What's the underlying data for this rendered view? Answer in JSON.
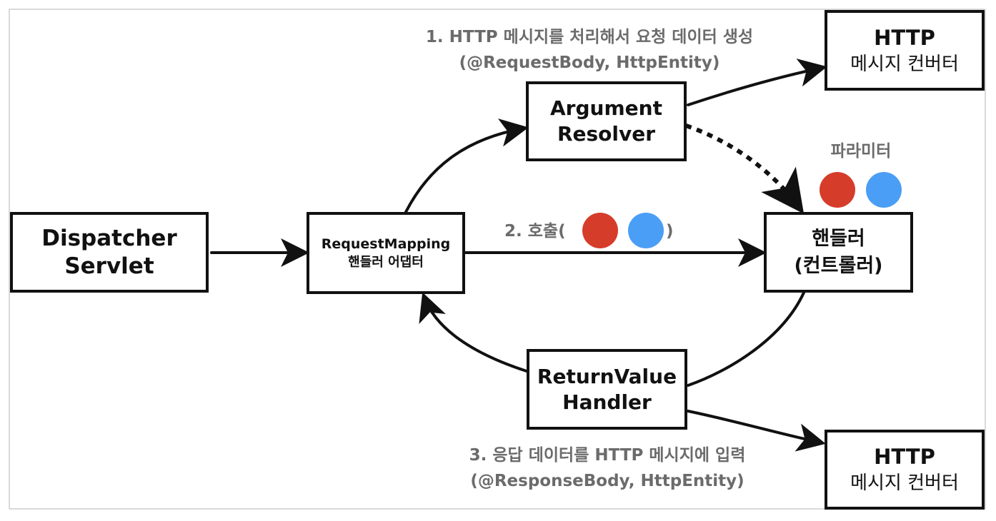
{
  "dispatcher_servlet": {
    "line1": "Dispatcher",
    "line2": "Servlet"
  },
  "handler_adapter": {
    "line1": "RequestMapping",
    "line2": "핸들러 어댑터"
  },
  "argument_resolver": {
    "line1": "Argument",
    "line2": "Resolver"
  },
  "return_value_handler": {
    "line1": "ReturnValue",
    "line2": "Handler"
  },
  "handler": {
    "line1": "핸들러",
    "line2": "(컨트롤러)"
  },
  "http_converter_top": {
    "line1": "HTTP",
    "line2": "메시지 컨버터"
  },
  "http_converter_bottom": {
    "line1": "HTTP",
    "line2": "메시지 컨버터"
  },
  "step1": {
    "line1": "1. HTTP 메시지를 처리해서 요청 데이터 생성",
    "line2": "(@RequestBody, HttpEntity)"
  },
  "step2": {
    "prefix": "2. 호출(",
    "suffix": ")"
  },
  "step3": {
    "line1": "3. 응답 데이터를 HTTP 메시지에 입력",
    "line2": "(@ResponseBody, HttpEntity)"
  },
  "parameter_label": "파라미터",
  "colors": {
    "red_dot": "#d63c2a",
    "blue_dot": "#4a9ef5",
    "label_gray": "#6b6b6b"
  }
}
